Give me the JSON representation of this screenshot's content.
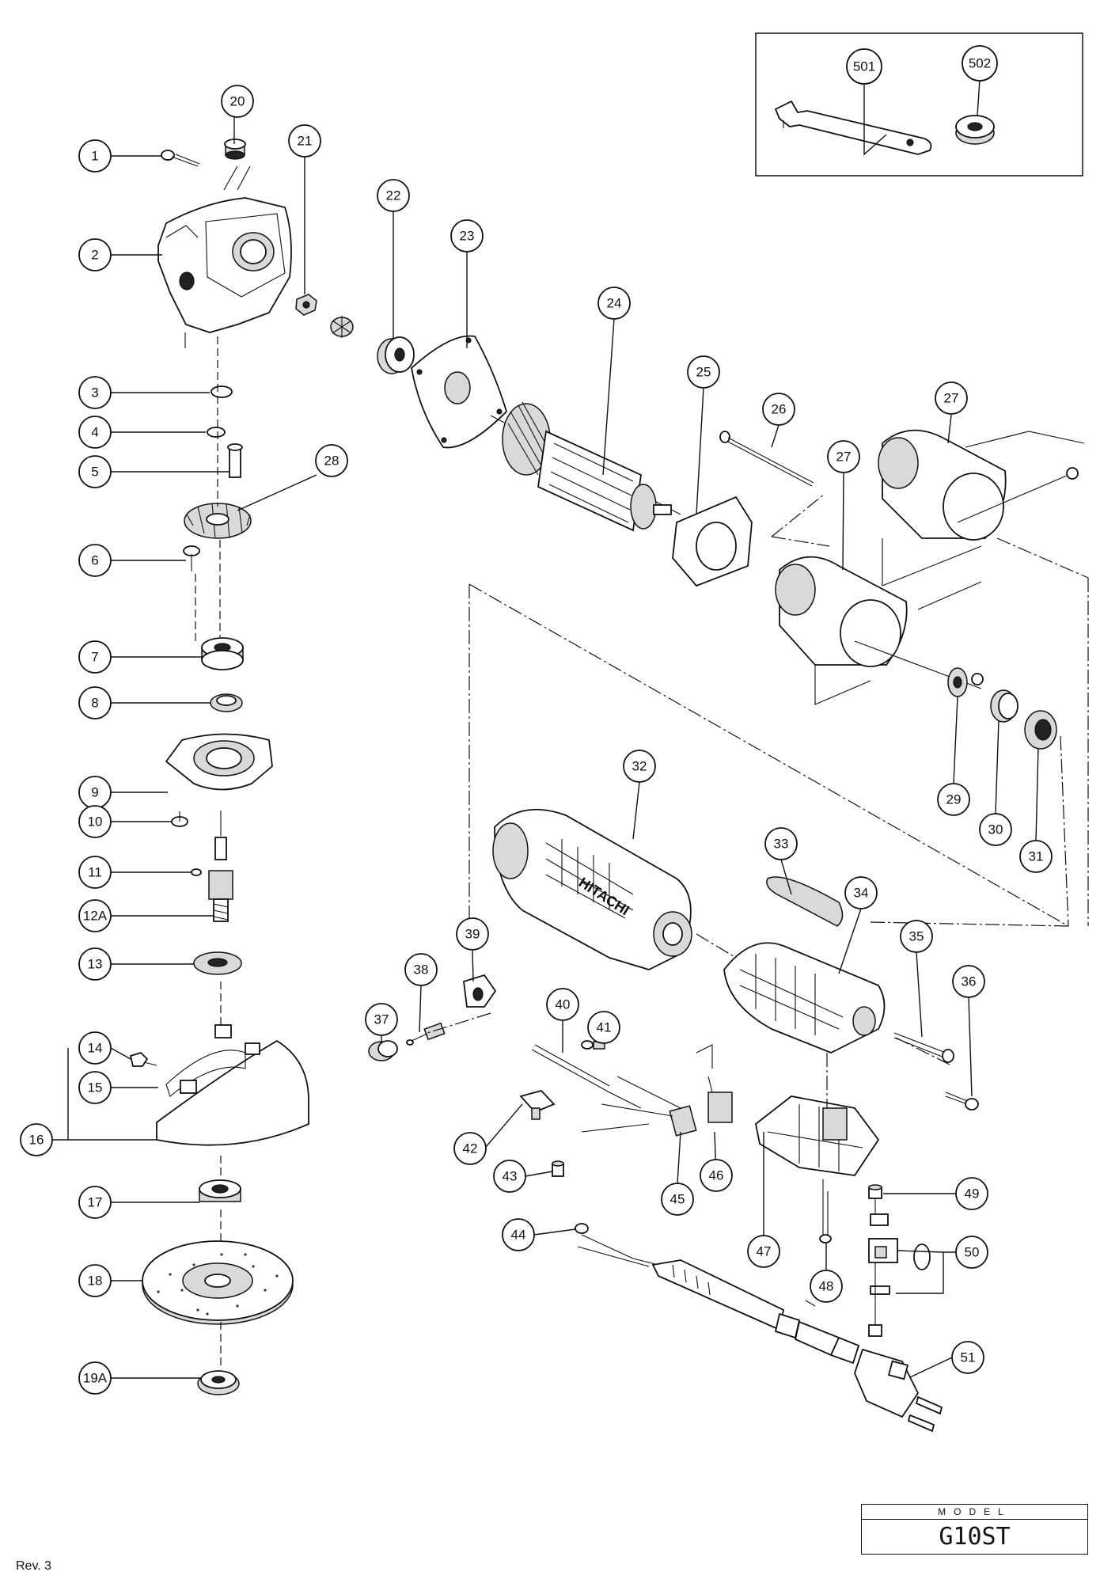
{
  "diagram": {
    "model_caption": "MODEL",
    "model_name": "G10ST",
    "revision": "Rev. 3",
    "housing_brand": "HITACHI",
    "callouts": [
      "1",
      "2",
      "3",
      "4",
      "5",
      "6",
      "7",
      "8",
      "9",
      "10",
      "11",
      "12A",
      "13",
      "14",
      "15",
      "16",
      "17",
      "18",
      "19A",
      "20",
      "21",
      "22",
      "23",
      "24",
      "25",
      "26",
      "27",
      "27",
      "28",
      "29",
      "30",
      "31",
      "32",
      "33",
      "34",
      "35",
      "36",
      "37",
      "38",
      "39",
      "40",
      "41",
      "42",
      "43",
      "44",
      "45",
      "46",
      "47",
      "48",
      "49",
      "50",
      "51",
      "501",
      "502"
    ]
  }
}
